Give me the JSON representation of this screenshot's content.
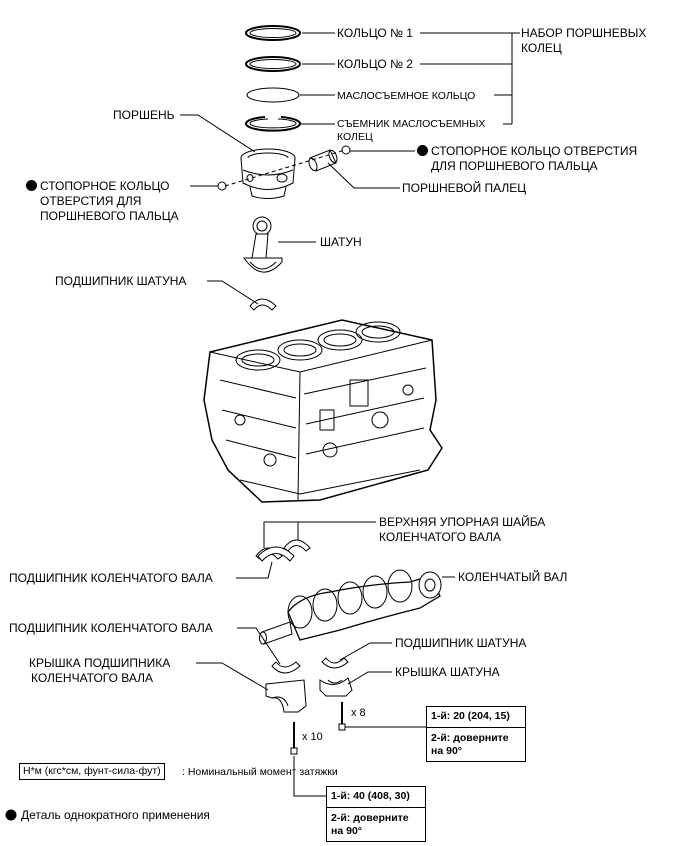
{
  "labels": {
    "ring1": "КОЛЬЦО № 1",
    "ring2": "КОЛЬЦО № 2",
    "oil_ring": "МАСЛОСЪЕМНОЕ КОЛЬЦО",
    "expander_line1": "СЪЕМНИК МАСЛОСЪЕМНЫХ",
    "expander_line2": "КОЛЕЦ",
    "ring_set_line1": "НАБОР ПОРШНЕВЫХ",
    "ring_set_line2": "КОЛЕЦ",
    "piston": "ПОРШЕНЬ",
    "snap_ring_right_line1": "СТОПОРНОЕ КОЛЬЦО ОТВЕРСТИЯ",
    "snap_ring_right_line2": "ДЛЯ ПОРШНЕВОГО ПАЛЬЦА",
    "snap_ring_left_line1": "СТОПОРНОЕ КОЛЬЦО",
    "snap_ring_left_line2": "ОТВЕРСТИЯ ДЛЯ",
    "snap_ring_left_line3": "ПОРШНЕВОГО ПАЛЬЦА",
    "piston_pin": "ПОРШНЕВОЙ ПАЛЕЦ",
    "conrod": "ШАТУН",
    "conrod_bearing_upper": "ПОДШИПНИК ШАТУНА",
    "thrust_washer_line1": "ВЕРХНЯЯ УПОРНАЯ ШАЙБА",
    "thrust_washer_line2": "КОЛЕНЧАТОГО ВАЛА",
    "crank_bearing_upper": "ПОДШИПНИК КОЛЕНЧАТОГО ВАЛА",
    "crankshaft": "КОЛЕНЧАТЫЙ ВАЛ",
    "crank_bearing_lower": "ПОДШИПНИК КОЛЕНЧАТОГО ВАЛА",
    "conrod_bearing_lower": "ПОДШИПНИК ШАТУНА",
    "main_cap_line1": "КРЫШКА ПОДШИПНИКА",
    "main_cap_line2": "КОЛЕНЧАТОГО ВАЛА",
    "conrod_cap": "КРЫШКА ШАТУНА",
    "qty_8": "x 8",
    "qty_10": "x 10"
  },
  "torque_conrod": {
    "line1": "1-й: 20 (204, 15)",
    "line2a": "2-й: доверните",
    "line2b": "на 90°"
  },
  "torque_main": {
    "line1": "1-й: 40 (408, 30)",
    "line2a": "2-й: доверните",
    "line2b": "на 90°"
  },
  "legend": {
    "unit": "Н*м (кгс*см, фунт-сила-фут)",
    "unit_desc": ": Номинальный момент затяжки",
    "single_use": "Деталь однократного применения"
  }
}
